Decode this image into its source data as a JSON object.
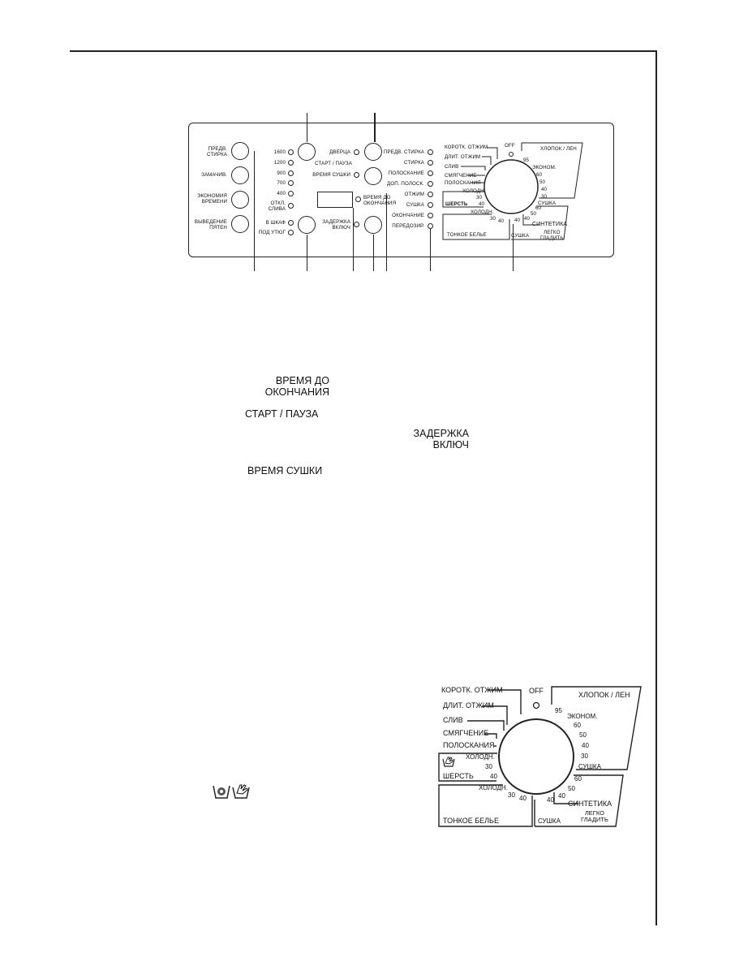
{
  "panel": {
    "left_options": [
      "ПРЕДВ. СТИРКА",
      "ЗАМАЧИВ.",
      "ЭКОНОМИЯ ВРЕМЕНИ",
      "ВЫВЕДЕНИЕ ПЯТЕН"
    ],
    "spin": [
      "1600",
      "1200",
      "900",
      "700",
      "400",
      "ОТКЛ. СЛИВА"
    ],
    "dry": [
      "В ШКАФ",
      "ПОД УТЮГ"
    ],
    "door": "ДВЕРЦА",
    "start_pause": "СТАРТ / ПАУЗА",
    "dry_time": "ВРЕМЯ СУШКИ",
    "time_left": "ВРЕМЯ ДО ОКОНЧАНИЯ",
    "delay": "ЗАДЕРЖКА ВКЛЮЧ",
    "phases": [
      "ПРЕДВ. СТИРКА",
      "СТИРКА",
      "ПОЛОСКАНИЕ",
      "ДОП. ПОЛОСК.",
      "ОТЖИМ",
      "СУШКА",
      "ОКОНЧАНИЕ",
      "ПЕРЕДОЗИР."
    ]
  },
  "dial": {
    "off": "OFF",
    "left_programs": [
      "КОРОТК. ОТЖИМ",
      "ДЛИТ. ОТЖИМ",
      "СЛИВ",
      "СМЯГЧЕНИЕ",
      "ПОЛОСКАНИЯ"
    ],
    "cotton_title": "ХЛОПОК / ЛЕН",
    "cotton_temps": [
      "95",
      "ЭКОНОМ.",
      "60",
      "50",
      "40",
      "30",
      "СУШКА"
    ],
    "wool_temps": [
      "ХОЛОДН.",
      "30",
      "40"
    ],
    "wool_title": "ШЕРСТЬ",
    "delicate_temps": [
      "ХОЛОДН.",
      "30",
      "40"
    ],
    "delicate_title": "ТОНКОЕ БЕЛЬЕ",
    "synth_temps": [
      "60",
      "50",
      "40",
      "40"
    ],
    "synth_title": "СИНТЕТИКА",
    "synth_dry": "СУШКА",
    "synth_iron": "ЛЕГКО ГЛАДИТЬ"
  },
  "notes": {
    "time_left_l1": "ВРЕМЯ ДО",
    "time_left_l2": "ОКОНЧАНИЯ",
    "start_pause": "СТАРТ / ПАУЗА",
    "delay_l1": "ЗАДЕРЖКА",
    "delay_l2": "ВКЛЮЧ",
    "dry_time": "ВРЕМЯ СУШКИ"
  },
  "icons": [
    "wool-wash-icon",
    "hand-wash-icon"
  ]
}
